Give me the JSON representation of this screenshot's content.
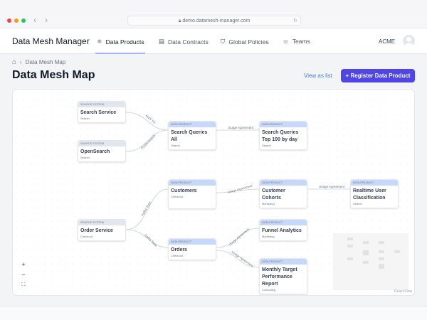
{
  "browser": {
    "url": "demo.datamesh-manager.com"
  },
  "nav": {
    "brand": "Data Mesh Manager",
    "tabs": [
      {
        "label": "Data Products",
        "icon": "cubes-icon",
        "active": true
      },
      {
        "label": "Data Contracts",
        "icon": "document-icon"
      },
      {
        "label": "Global Policies",
        "icon": "shield-icon"
      },
      {
        "label": "Teams",
        "icon": "users-icon"
      }
    ],
    "org": "ACME"
  },
  "breadcrumb": {
    "current": "Data Mesh Map"
  },
  "page": {
    "title": "Data Mesh Map",
    "view_as_list": "View as list",
    "register": "Register Data Product"
  },
  "colors": {
    "accent": "#4f46e5",
    "link": "#3b82f6",
    "source_header": "#e2e6ee",
    "product_header": "#c7d9fb"
  },
  "nodes": [
    {
      "id": "search-service",
      "type": "SOURCE SYSTEM",
      "name": "Search Service",
      "team": "Search"
    },
    {
      "id": "opensearch",
      "type": "SOURCE SYSTEM",
      "name": "OpenSearch",
      "team": "Search"
    },
    {
      "id": "search-queries-all",
      "type": "DATA PRODUCT",
      "name": "Search Queries All",
      "team": "Search"
    },
    {
      "id": "search-queries-top",
      "type": "DATA PRODUCT",
      "name": "Search Queries Top 100 by day",
      "team": "Search"
    },
    {
      "id": "customers",
      "type": "DATA PRODUCT",
      "name": "Customers",
      "team": "Checkout"
    },
    {
      "id": "customer-cohorts",
      "type": "DATA PRODUCT",
      "name": "Customer Cohorts",
      "team": "Marketing"
    },
    {
      "id": "realtime",
      "type": "DATA PRODUCT",
      "name": "Realtime User Classification",
      "team": "Search"
    },
    {
      "id": "order-service",
      "type": "SOURCE SYSTEM",
      "name": "Order Service",
      "team": "Checkout"
    },
    {
      "id": "orders",
      "type": "DATA PRODUCT",
      "name": "Orders",
      "team": "Checkout"
    },
    {
      "id": "funnel",
      "type": "DATA PRODUCT",
      "name": "Funnel Analytics",
      "team": "Marketing"
    },
    {
      "id": "monthly",
      "type": "DATA PRODUCT",
      "name": "Monthly Target Performance Report",
      "team": "Controlling"
    }
  ],
  "edges": [
    "AWS S3",
    "Elasticsearch",
    "Usage Agreement",
    "Kafka Topic",
    "Kafka Topic",
    "Usage Agreement",
    "Usage Agreement",
    "Usage Agreement",
    "Usage Agreement"
  ],
  "canvas": {
    "attribution": "React Flow",
    "zoom_in": "+",
    "zoom_out": "−",
    "fit": "⛶"
  }
}
